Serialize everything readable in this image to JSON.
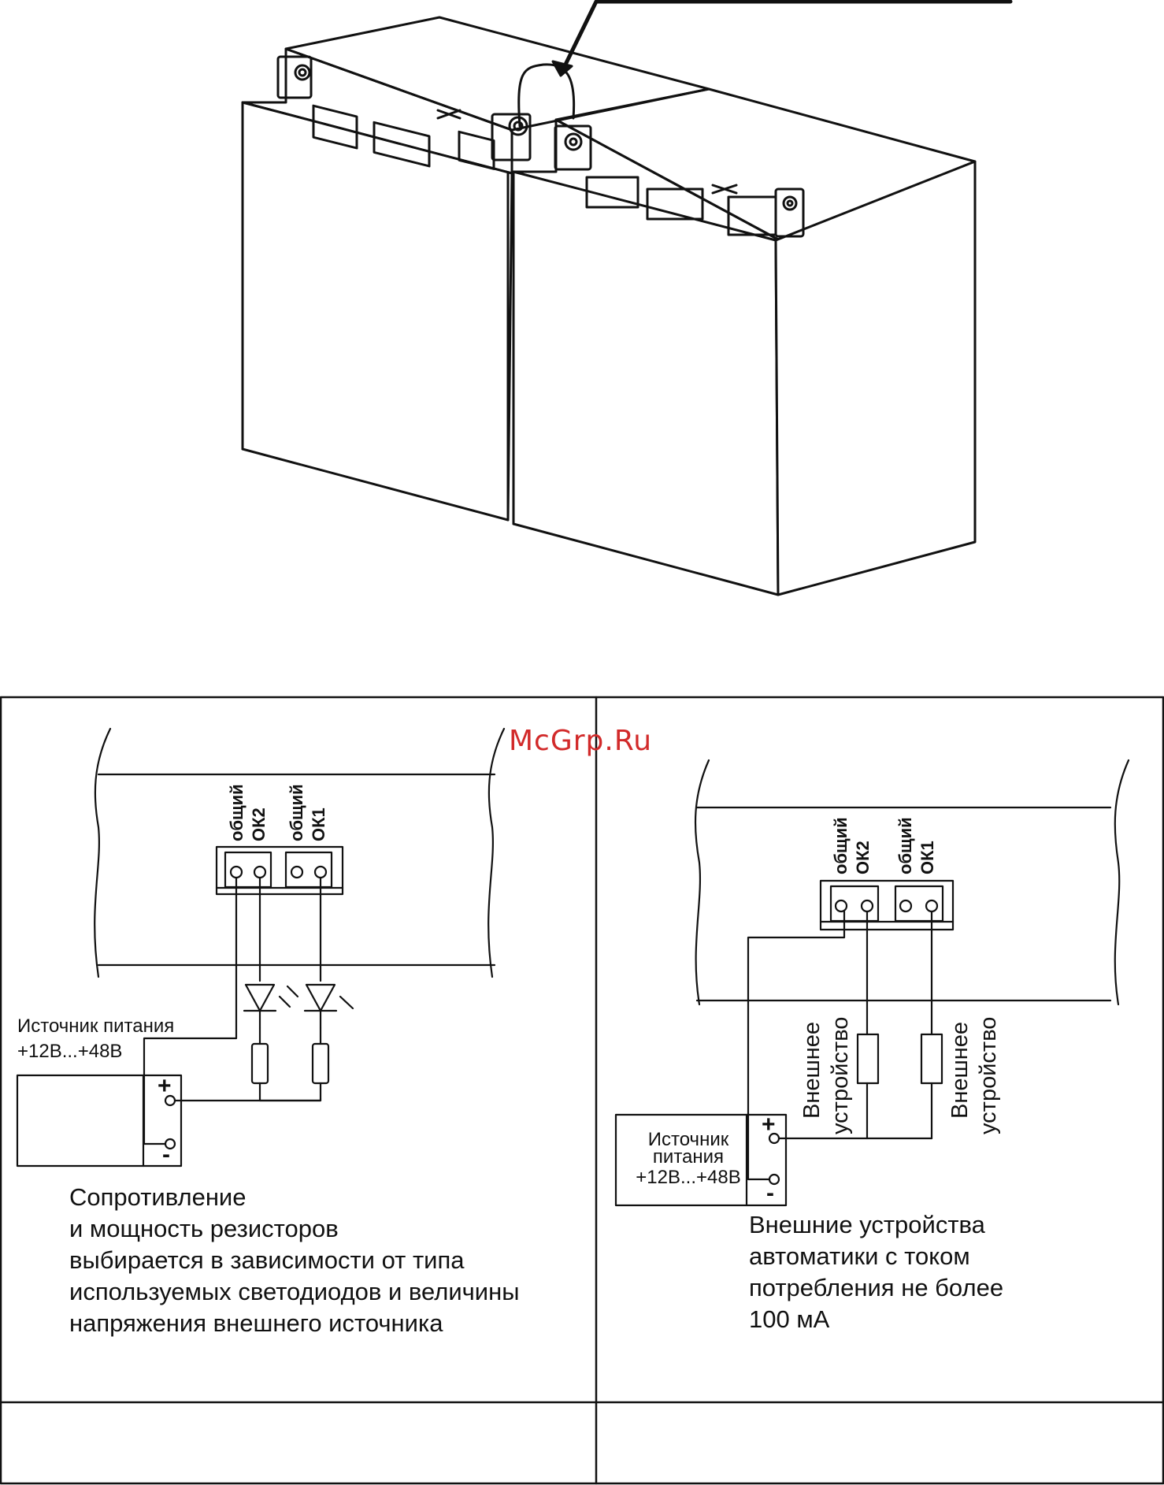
{
  "watermark": "McGrp.Ru",
  "left_panel": {
    "terminal_labels": [
      "общий",
      "ОК2",
      "общий",
      "ОК1"
    ],
    "source_label": "Источник питания",
    "source_range": "+12В...+48В",
    "plus": "+",
    "minus": "-",
    "note": "Сопротивление\nи мощность резисторов\nвыбирается в зависимости от типа\nиспользуемых светодиодов и величины\nнапряжения внешнего источника"
  },
  "right_panel": {
    "terminal_labels": [
      "общий",
      "ОК2",
      "общий",
      "ОК1"
    ],
    "source_label_1": "Источник",
    "source_label_2": "питания",
    "source_range": "+12В...+48В",
    "plus": "+",
    "minus": "-",
    "device_label_1": "Внешнее",
    "device_label_2": "устройство",
    "note": "Внешние устройства\nавтоматики с током\nпотребления не более\n100 мА"
  }
}
